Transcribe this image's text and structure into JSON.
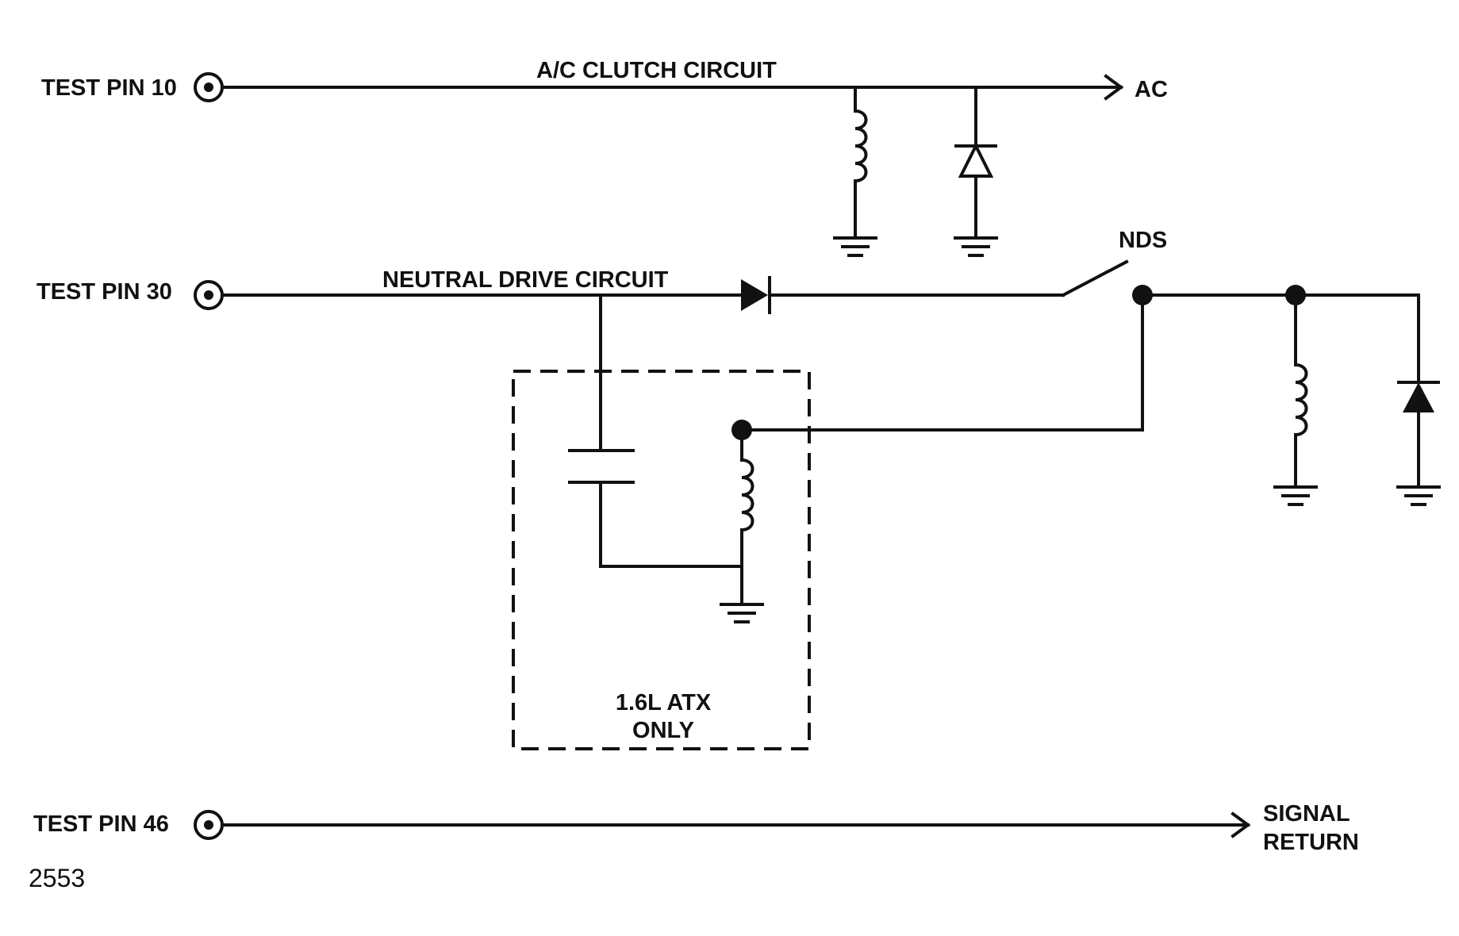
{
  "test_pins": [
    {
      "label": "TEST PIN 10"
    },
    {
      "label": "TEST PIN 30"
    },
    {
      "label": "TEST PIN 46"
    }
  ],
  "circuits": {
    "ac_clutch": "A/C CLUTCH CIRCUIT",
    "neutral_drive": "NEUTRAL DRIVE CIRCUIT"
  },
  "outputs": {
    "ac": "AC",
    "signal_return_line1": "SIGNAL",
    "signal_return_line2": "RETURN"
  },
  "switch_label": "NDS",
  "optional_box": {
    "line1": "1.6L ATX",
    "line2": "ONLY"
  },
  "figure_number": "2553"
}
